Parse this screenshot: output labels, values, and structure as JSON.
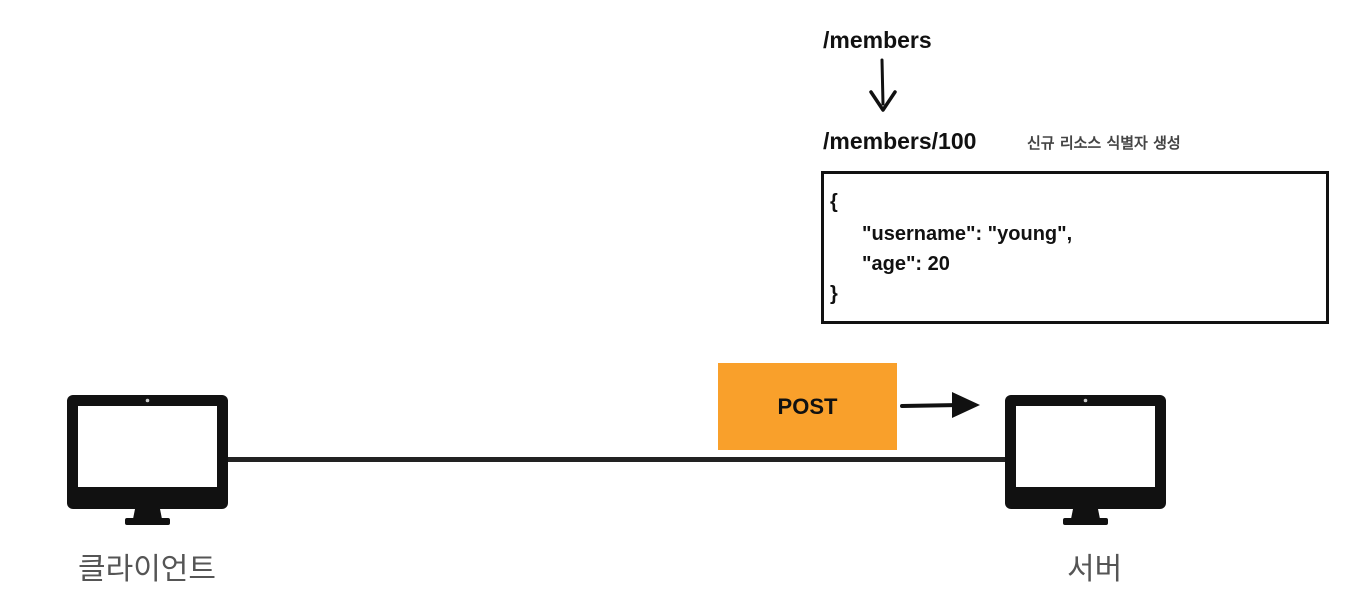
{
  "paths": {
    "collection": "/members",
    "resource": "/members/100"
  },
  "note": "신규 리소스 식별자 생성",
  "json_body": {
    "open": "{",
    "line1": "\"username\": \"young\",",
    "line2": "\"age\": 20",
    "close": "}"
  },
  "request": {
    "method": "POST",
    "color": "#F9A02B"
  },
  "devices": {
    "client": "클라이언트",
    "server": "서버"
  },
  "icons": {
    "monitor": "monitor-icon",
    "down_arrow": "arrow-down-icon",
    "right_arrow": "arrow-right-icon"
  }
}
